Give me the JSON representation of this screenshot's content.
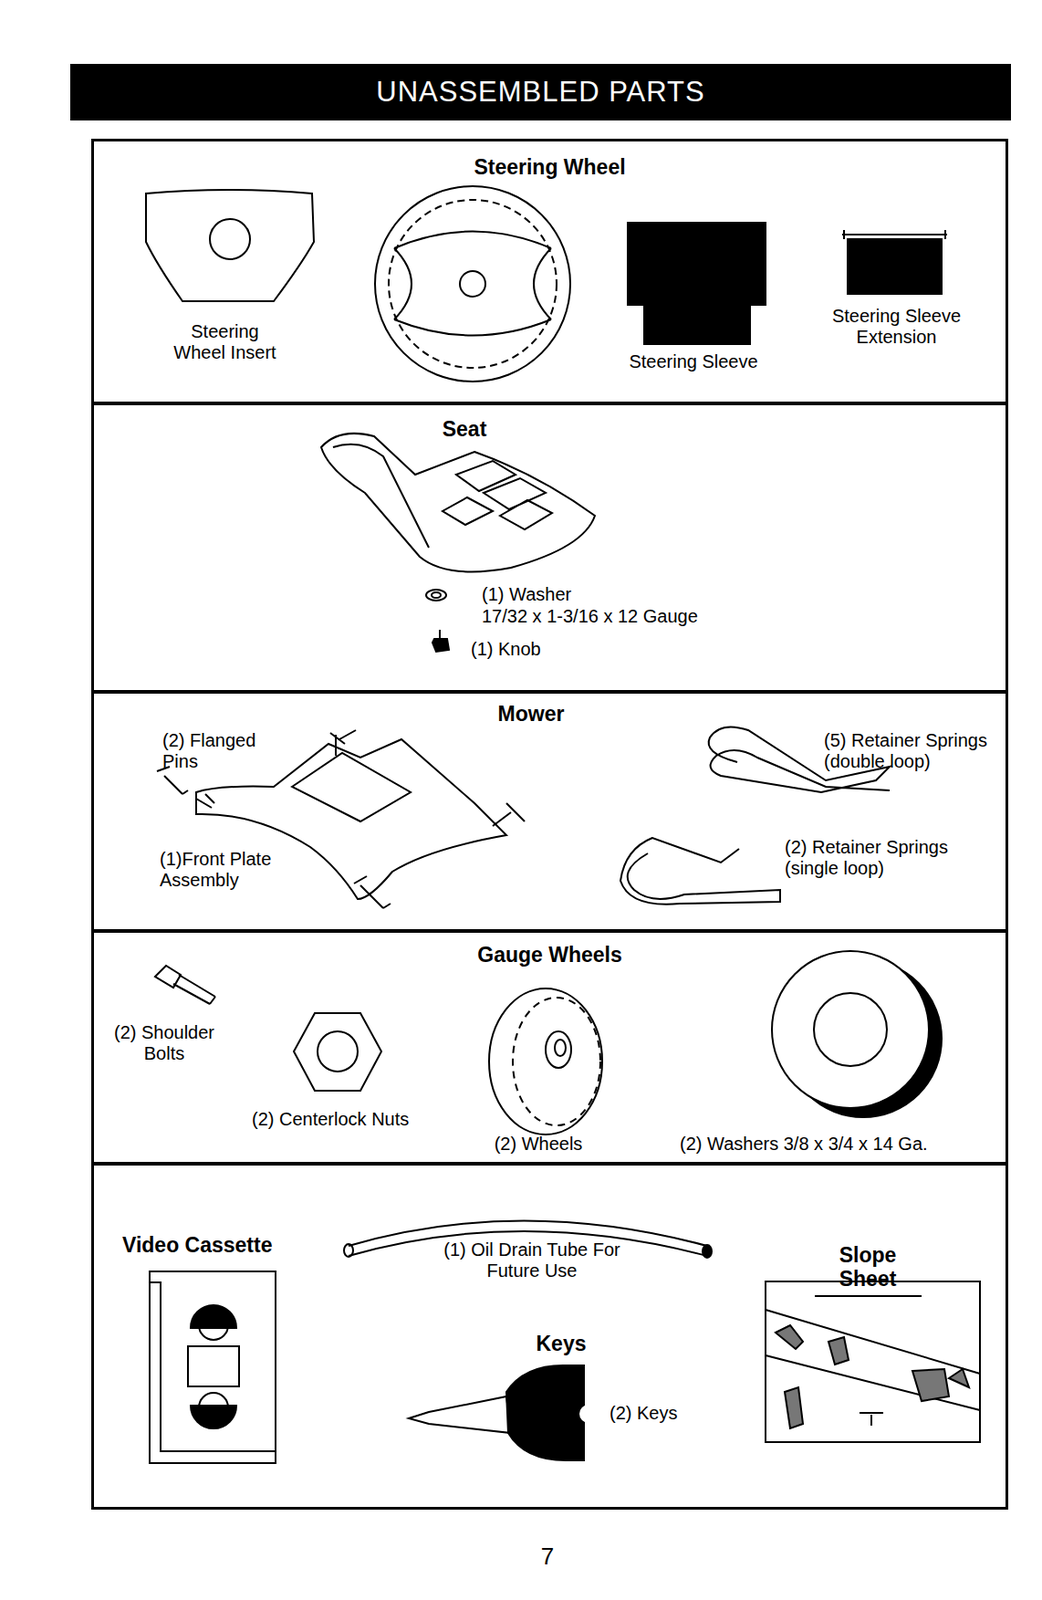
{
  "diagram": {
    "title": "UNASSEMBLED PARTS",
    "nodes": [
      {
        "text": [
          "Steering Wheel"
        ]
      },
      {
        "text": [
          "Seat"
        ]
      },
      {
        "text": [
          "Mower"
        ]
      },
      {
        "text": [
          "Gauge Wheels"
        ]
      },
      {
        "text": [
          "Video Cassette",
          "Keys",
          "Slope Sheet"
        ]
      }
    ],
    "labels": [
      "Steering Wheel Insert",
      "Steering Sleeve",
      "Steering Sleeve Extension",
      "(1) Washer",
      "17/32 x 1-3/16 x 12 Gauge",
      "(1) Knob",
      "(2) Flanged Pins",
      "(1)Front Plate Assembly",
      "(5) Retainer Springs (double loop)",
      "(2) Retainer Springs (single loop)",
      "(2) Shoulder Bolts",
      "(2) Centerlock Nuts",
      "(2) Wheels",
      "(2) Washers 3/8 x 3/4 x 14 Ga.",
      "(1) Oil Drain Tube For Future Use",
      "(2) Keys",
      "7"
    ]
  }
}
